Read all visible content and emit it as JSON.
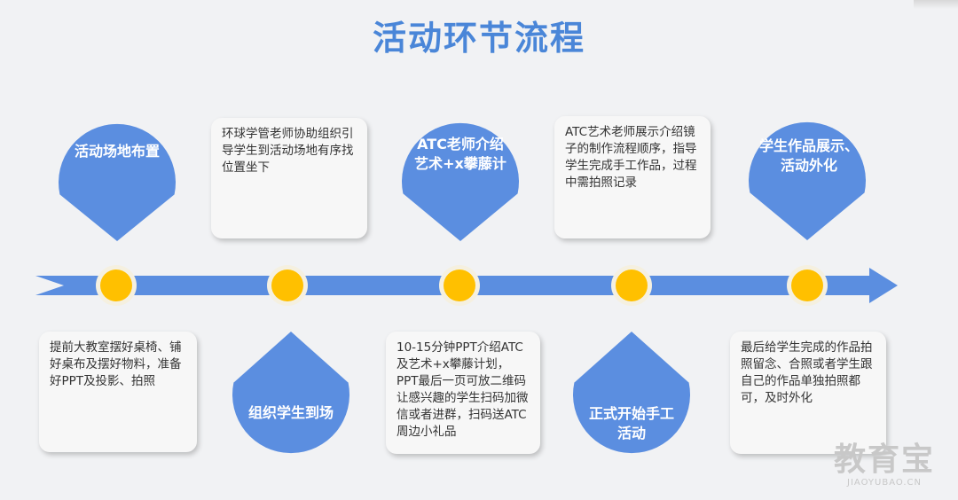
{
  "title": "活动环节流程",
  "stages": [
    {
      "label_lines": [
        "活动场地布置"
      ],
      "description": "提前大教室摆好桌椅、铺好桌布及摆好物料，准备好PPT及投影、拍照"
    },
    {
      "label_lines": [
        "组织学生到场"
      ],
      "description": "环球学管老师协助组织引导学生到活动场地有序找位置坐下"
    },
    {
      "label_lines": [
        "ATC老师介绍",
        "艺术+x攀藤计"
      ],
      "description": "10-15分钟PPT介绍ATC及艺术+x攀藤计划，PPT最后一页可放二维码让感兴趣的学生扫码加微信或者进群，扫码送ATC周边小礼品"
    },
    {
      "label_lines": [
        "正式开始手工",
        "活动"
      ],
      "description": "ATC艺术老师展示介绍镜子的制作流程顺序，指导学生完成手工作品，过程中需拍照记录"
    },
    {
      "label_lines": [
        "学生作品展示、",
        "活动外化"
      ],
      "description": "最后给学生完成的作品拍照留念、合照或者学生跟自己的作品单独拍照都可，及时外化"
    }
  ],
  "colors": {
    "title": "#4a86d8",
    "drop": "#5b8ee0",
    "arrow": "#5b8ee0",
    "node": "#ffc000"
  },
  "watermark": {
    "main": "教育宝",
    "sub": "JIAOYUBAO.CN"
  }
}
